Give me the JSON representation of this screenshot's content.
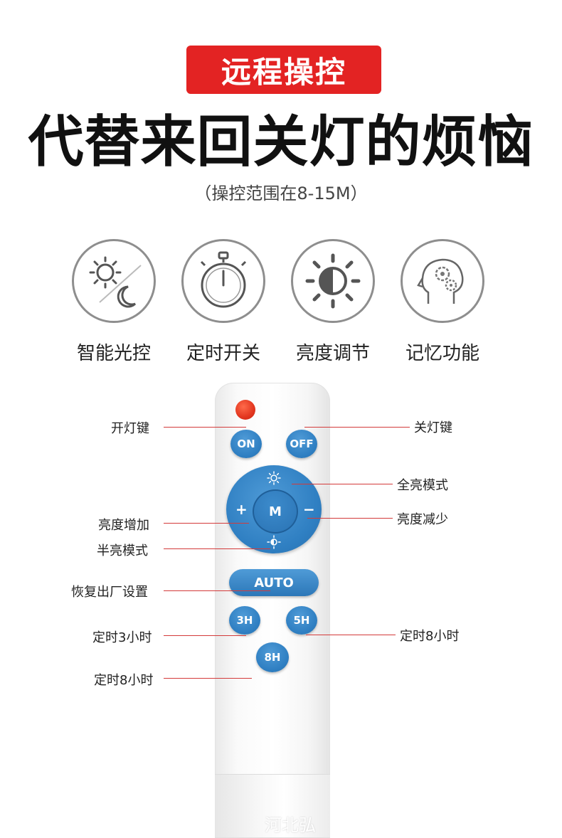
{
  "badge": {
    "label": "远程操控"
  },
  "headline": "代替来回关灯的烦恼",
  "subtitle": "（操控范围在8-15M）",
  "features": [
    {
      "label": "智能光控",
      "icon": "sun-moon-icon"
    },
    {
      "label": "定时开关",
      "icon": "stopwatch-icon"
    },
    {
      "label": "亮度调节",
      "icon": "brightness-icon"
    },
    {
      "label": "记忆功能",
      "icon": "brain-gear-icon"
    }
  ],
  "remote": {
    "on_label": "ON",
    "off_label": "OFF",
    "m_label": "M",
    "plus_label": "+",
    "minus_label": "−",
    "auto_label": "AUTO",
    "t3_label": "3H",
    "t5_label": "5H",
    "t8_label": "8H"
  },
  "callouts": {
    "on_key": "开灯键",
    "off_key": "关灯键",
    "full_bright": "全亮模式",
    "bright_up": "亮度增加",
    "bright_down": "亮度减少",
    "half_bright": "半亮模式",
    "factory_reset": "恢复出厂设置",
    "timer_3h": "定时3小时",
    "timer_8h_right": "定时8小时",
    "timer_8h_left": "定时8小时"
  },
  "watermark": "河北弘",
  "colors": {
    "accent_red": "#e32323",
    "button_blue": "#2f7fc2",
    "leader_line": "#d33a3a"
  }
}
